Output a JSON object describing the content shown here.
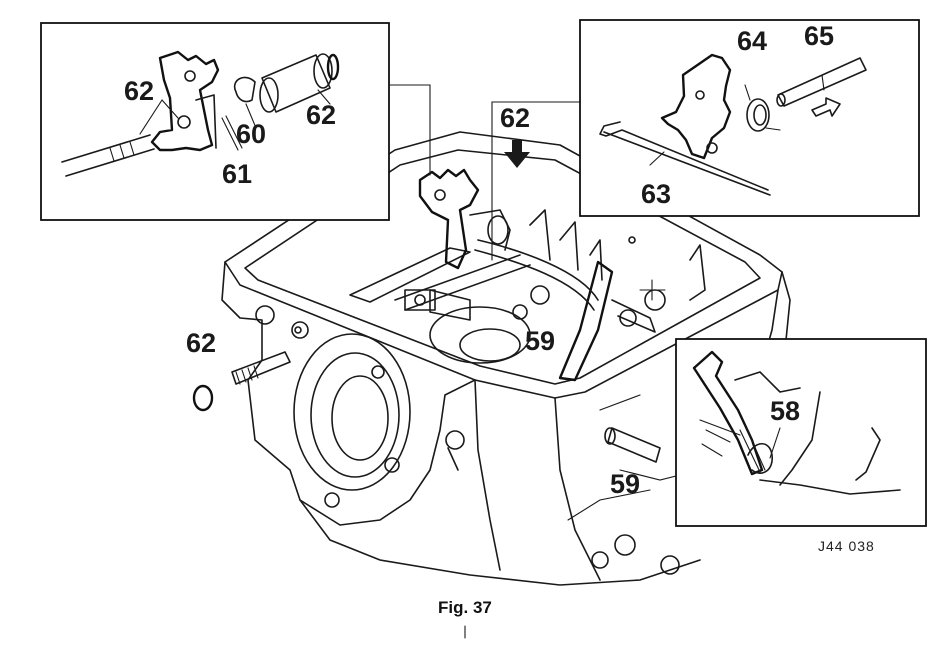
{
  "figure": {
    "caption": "Fig. 37",
    "reference_code": "J44  038"
  },
  "callouts": {
    "inset_left": [
      "62",
      "60",
      "62",
      "61"
    ],
    "inset_right": [
      "64",
      "65",
      "63"
    ],
    "inset_lower_right": [
      "58"
    ],
    "main": [
      "62",
      "62",
      "59",
      "59"
    ]
  }
}
